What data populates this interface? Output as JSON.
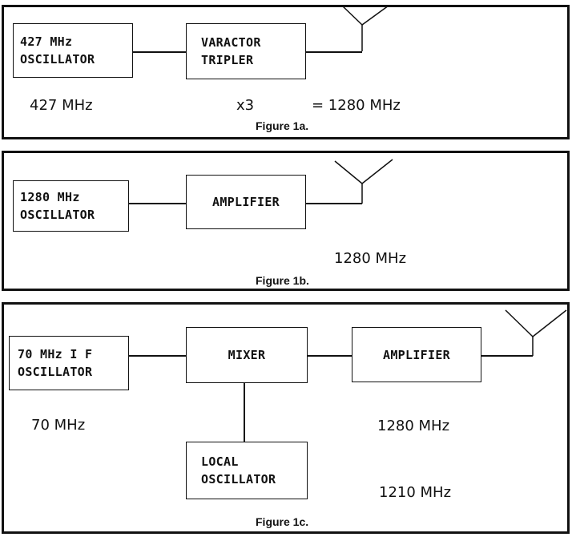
{
  "figure_a": {
    "oscillator": [
      "427 MHz",
      "OSCILLATOR"
    ],
    "tripler": [
      "VARACTOR",
      "TRIPLER"
    ],
    "freq_in": "427 MHz",
    "multiplier": "x3",
    "freq_out": "= 1280 MHz",
    "caption": "Figure 1a."
  },
  "figure_b": {
    "oscillator": [
      "1280 MHz",
      "OSCILLATOR"
    ],
    "amplifier": "AMPLIFIER",
    "freq_out": "1280 MHz",
    "caption": "Figure 1b."
  },
  "figure_c": {
    "if_oscillator": [
      "70 MHz I F",
      "OSCILLATOR"
    ],
    "mixer": "MIXER",
    "amplifier": "AMPLIFIER",
    "local_oscillator": [
      "LOCAL",
      "OSCILLATOR"
    ],
    "freq_if": "70 MHz",
    "freq_out": "1280 MHz",
    "freq_lo": "1210 MHz",
    "caption": "Figure 1c."
  }
}
